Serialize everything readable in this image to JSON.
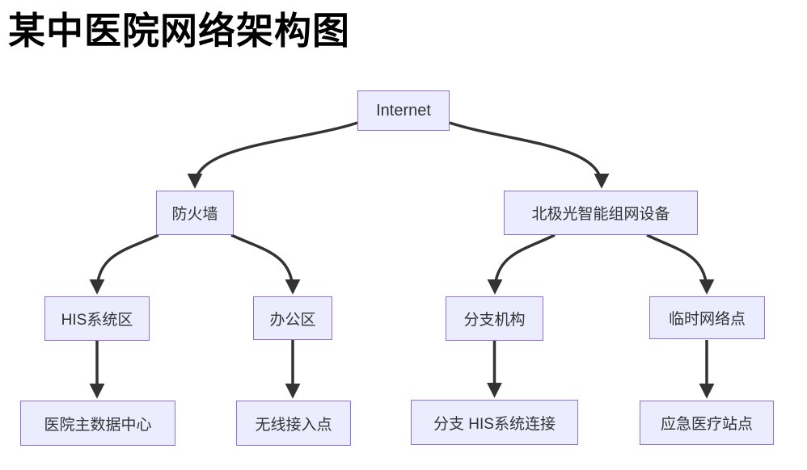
{
  "title": "某中医院网络架构图",
  "colors": {
    "background": "#ffffff",
    "node_fill": "#ECECFF",
    "node_border": "#9370DB",
    "edge": "#333333",
    "node_text": "#333333",
    "title_text": "#000000"
  },
  "diagram": {
    "nodes": {
      "internet": {
        "label": "Internet"
      },
      "firewall": {
        "label": "防火墙"
      },
      "aurora_device": {
        "label": "北极光智能组网设备"
      },
      "his_zone": {
        "label": "HIS系统区"
      },
      "office_zone": {
        "label": "办公区"
      },
      "branch_org": {
        "label": "分支机构"
      },
      "temp_network": {
        "label": "临时网络点"
      },
      "main_data_center": {
        "label": "医院主数据中心"
      },
      "wireless_ap": {
        "label": "无线接入点"
      },
      "branch_his_link": {
        "label": "分支 HIS系统连接"
      },
      "emergency_site": {
        "label": "应急医疗站点"
      }
    },
    "edges": [
      {
        "from": "Internet",
        "to": "防火墙"
      },
      {
        "from": "Internet",
        "to": "北极光智能组网设备"
      },
      {
        "from": "防火墙",
        "to": "HIS系统区"
      },
      {
        "from": "防火墙",
        "to": "办公区"
      },
      {
        "from": "北极光智能组网设备",
        "to": "分支机构"
      },
      {
        "from": "北极光智能组网设备",
        "to": "临时网络点"
      },
      {
        "from": "HIS系统区",
        "to": "医院主数据中心"
      },
      {
        "from": "办公区",
        "to": "无线接入点"
      },
      {
        "from": "分支机构",
        "to": "分支 HIS系统连接"
      },
      {
        "from": "临时网络点",
        "to": "应急医疗站点"
      }
    ]
  }
}
